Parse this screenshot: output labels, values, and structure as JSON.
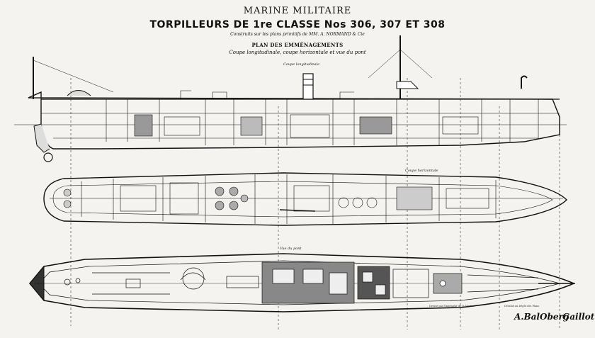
{
  "header": {
    "title": "MARINE MILITAIRE",
    "subtitle": "TORPILLEURS DE 1re CLASSE Nos 306, 307 ET 308",
    "builder_line": "Construits sur les plans primitifs de MM. A. NORMAND & Cie",
    "plan_title": "PLAN DES EMMÉNAGEMENTS",
    "plan_subtitle": "Coupe longitudinale, coupe horizontale et vue du pont"
  },
  "views": {
    "longitudinal_label": "Coupe longitudinale",
    "horizontal_label": "Coupe horizontale",
    "deck_label": "Vue du pont"
  },
  "footer": {
    "note_left": "Dressé par l'Ingénieur de la Marine",
    "note_right": "Dessiné au Dépôt des Plans",
    "signatures": [
      "A.Bal",
      "Oberg",
      "Gaillot"
    ]
  },
  "colors": {
    "ink": "#111111",
    "paper": "#f4f3ef"
  }
}
